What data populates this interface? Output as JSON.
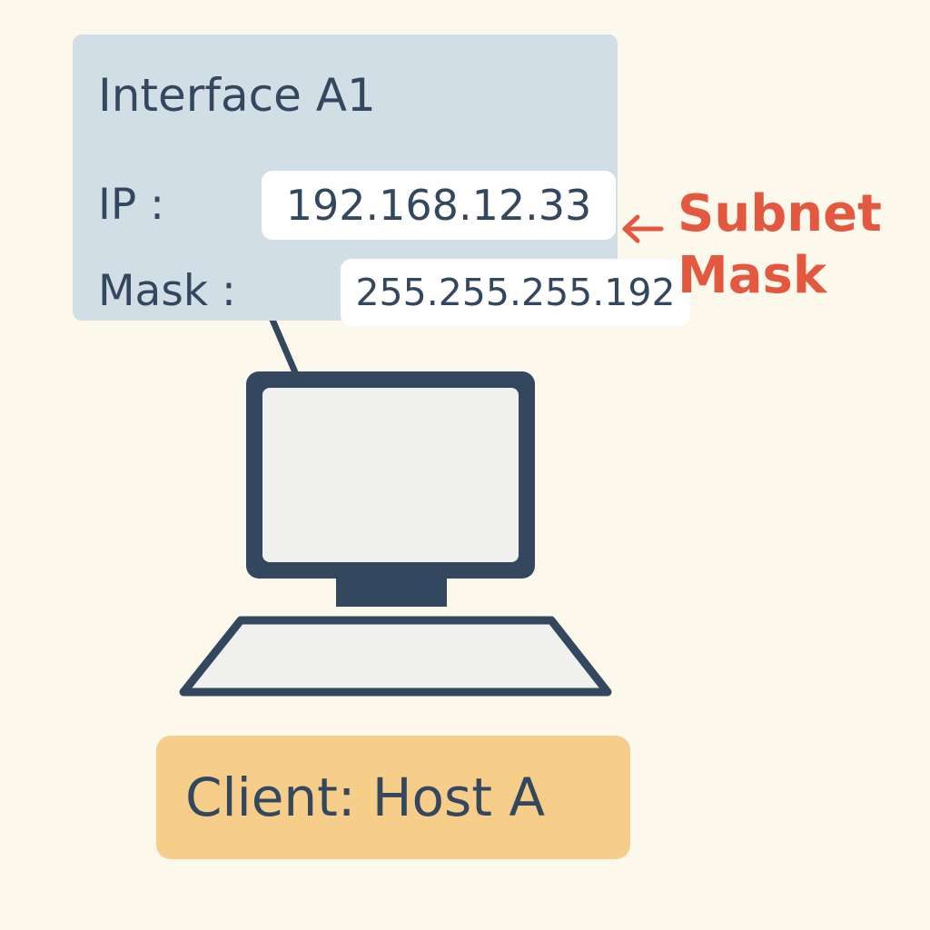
{
  "interface": {
    "title": "Interface A1",
    "ip_label": "IP :",
    "ip_value": "192.168.12.33",
    "mask_label": "Mask :",
    "mask_value": "255.255.255.192"
  },
  "annotation": {
    "line1": "Subnet",
    "line2": "Mask"
  },
  "client": {
    "label": "Client: Host A"
  },
  "icons": {
    "computer": "computer-icon",
    "arrow": "arrow-left-icon"
  },
  "colors": {
    "background": "#fdf8ec",
    "panel": "#d2dee6",
    "ink": "#33475e",
    "accent": "#e4583f",
    "badge": "#f7cd8a"
  }
}
